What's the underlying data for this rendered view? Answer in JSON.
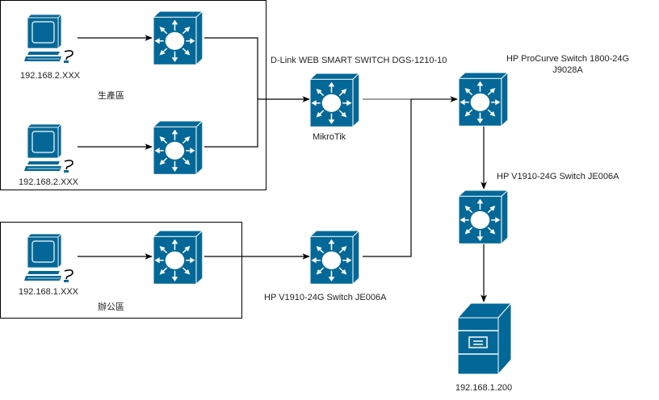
{
  "diagram": {
    "zones": [
      {
        "id": "production",
        "label": "生產區"
      },
      {
        "id": "office",
        "label": "辦公區"
      }
    ],
    "nodes": {
      "pc_prod_1": {
        "type": "computer",
        "label": "192.168.2.XXX"
      },
      "pc_prod_2": {
        "type": "computer",
        "label": "192.168.2.XXX"
      },
      "pc_office": {
        "type": "computer",
        "label": "192.168.1.XXX"
      },
      "sw_prod_1": {
        "type": "switch",
        "label": ""
      },
      "sw_prod_2": {
        "type": "switch",
        "label": ""
      },
      "sw_office": {
        "type": "switch",
        "label": ""
      },
      "sw_mikrotik": {
        "type": "switch",
        "label": "MikroTik",
        "caption": "D-Link WEB SMART SWITCH DGS-1210-10"
      },
      "sw_hp_v1910_office": {
        "type": "switch",
        "label": "HP V1910-24G Switch JE006A"
      },
      "sw_hp_procurve": {
        "type": "switch",
        "label_line1": "HP ProCurve Switch 1800-24G",
        "label_line2": "J9028A"
      },
      "sw_hp_v1910_core": {
        "type": "switch",
        "label": "HP V1910-24G Switch JE006A"
      },
      "server": {
        "type": "server",
        "label": "192.168.1.200"
      }
    },
    "edges": [
      {
        "from": "pc_prod_1",
        "to": "sw_prod_1"
      },
      {
        "from": "pc_prod_2",
        "to": "sw_prod_2"
      },
      {
        "from": "pc_office",
        "to": "sw_office"
      },
      {
        "from": "sw_prod_1",
        "to": "sw_mikrotik"
      },
      {
        "from": "sw_prod_2",
        "to": "sw_mikrotik"
      },
      {
        "from": "sw_office",
        "to": "sw_hp_v1910_office"
      },
      {
        "from": "sw_mikrotik",
        "to": "sw_hp_procurve"
      },
      {
        "from": "sw_hp_v1910_office",
        "to": "sw_hp_procurve"
      },
      {
        "from": "sw_hp_procurve",
        "to": "sw_hp_v1910_core"
      },
      {
        "from": "sw_hp_v1910_core",
        "to": "server"
      }
    ],
    "colors": {
      "device_fill": "#036897",
      "device_stroke": "#ffffff",
      "line": "#000000"
    }
  }
}
